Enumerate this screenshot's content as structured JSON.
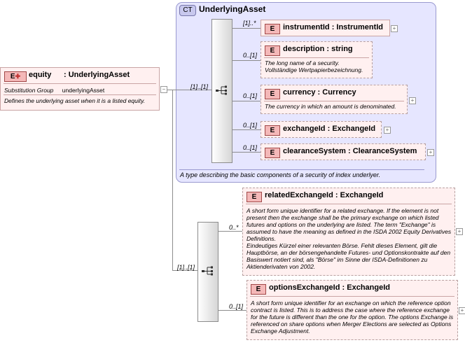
{
  "root": {
    "badge": "E",
    "name": "equity",
    "type": ": UnderlyingAsset",
    "subst_label": "Substitution Group",
    "subst_value": "underlyingAsset",
    "doc": "Defines the underlying asset when it is a listed equity."
  },
  "complex_type": {
    "badge": "CT",
    "name": "UnderlyingAsset",
    "doc": "A type describing the basic components of a security of index underlyer."
  },
  "seq_multiplicities": {
    "ct_sequence": "[1]..[1]",
    "outer_sequence": "[1]..[1]"
  },
  "ct_children": [
    {
      "mult": "[1]..*",
      "name": "instrumentId",
      "type": ": InstrumentId",
      "doc": ""
    },
    {
      "mult": "0..[1]",
      "name": "description",
      "type": ": string",
      "doc": "The long name of a security.\nVollständige Wertpapierbezeichnung."
    },
    {
      "mult": "0..[1]",
      "name": "currency",
      "type": ": Currency",
      "doc": "The currency in which an amount is denominated."
    },
    {
      "mult": "0..[1]",
      "name": "exchangeId",
      "type": ": ExchangeId",
      "doc": ""
    },
    {
      "mult": "0..[1]",
      "name": "clearanceSystem",
      "type": ": ClearanceSystem",
      "doc": ""
    }
  ],
  "outer_children": [
    {
      "mult": "0..*",
      "name": "relatedExchangeId",
      "type": ": ExchangeId",
      "doc": "A short form unique identifier for a related exchange. If the element is not present then the exchange shall be the primary exchange on which listed futures and options on the underlying are listed. The term \"Exchange\" is assumed to have the meaning as defined in the ISDA 2002 Equity Derivatives Definitions.\nEindeutiges Kürzel einer relevanten Börse. Fehlt dieses Element, gilt die Hauptbörse, an der börsengehandelte Futures- und Optionskontrakte auf den Basiswert notiert sind, als \"Börse\" im Sinne der ISDA-Definitionen zu Aktienderivaten von 2002."
    },
    {
      "mult": "0..[1]",
      "name": "optionsExchangeId",
      "type": ": ExchangeId",
      "doc": "A short form unique identifier for an exchange on which the reference option contract is listed. This is to address the case where the reference exchange for the future is different than the one for the option. The options Exchange is referenced on share options when Merger Elections are selected as Options Exchange Adjustment."
    }
  ],
  "badge_letter": "E",
  "expand_glyph": "+",
  "collapse_glyph": "−"
}
